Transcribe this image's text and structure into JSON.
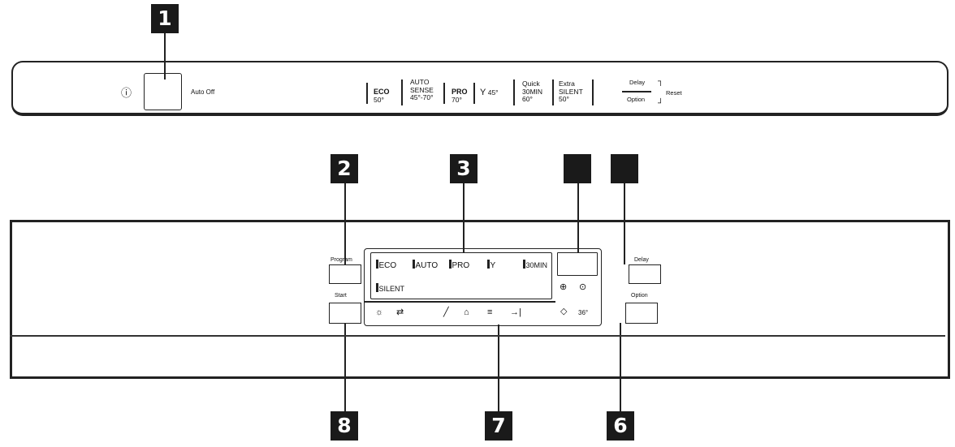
{
  "callouts": {
    "c1": "1",
    "c2": "2",
    "c3": "3",
    "c4": "",
    "c5": "",
    "c6": "6",
    "c7": "7",
    "c8": "8"
  },
  "top_panel": {
    "power_icon": "ⓘ",
    "auto_off": "Auto Off",
    "programs": [
      {
        "l1": "ECO",
        "l2": "50°"
      },
      {
        "l1": "AUTO",
        "l2": "SENSE",
        "l3": "45°-70°"
      },
      {
        "l1": "PRO",
        "l2": "70°"
      },
      {
        "l1": "45°"
      },
      {
        "l1": "Quick",
        "l2": "30MIN",
        "l3": "60°"
      },
      {
        "l1": "Extra",
        "l2": "SILENT",
        "l3": "50°"
      }
    ],
    "delay": "Delay",
    "option": "Option",
    "reset": "Reset"
  },
  "bottom_panel": {
    "program_label": "Program",
    "start_label": "Start",
    "delay_label": "Delay",
    "option_label": "Option",
    "lcd_programs": [
      "ECO",
      "AUTO",
      "PRO",
      "",
      "30MIN"
    ],
    "lcd_silent": "SILENT",
    "lcd_icons_bottom": [
      "☼",
      "⇄",
      "╱",
      "⌂",
      "≡",
      "→|",
      "◇",
      "36°"
    ],
    "lcd_icons_right": [
      "⊕",
      "⊙"
    ]
  }
}
